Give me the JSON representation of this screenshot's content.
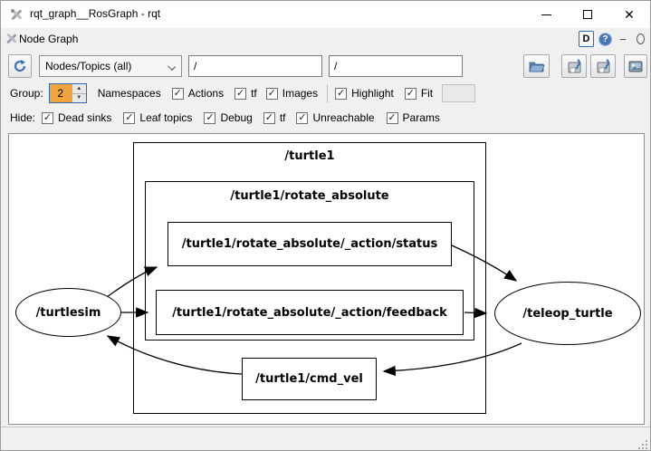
{
  "window": {
    "title": "rqt_graph__RosGraph - rqt",
    "icon": "rqt-wrench-icon",
    "controls": {
      "minimize": "minimize",
      "maximize": "maximize",
      "close": "✕"
    }
  },
  "panel": {
    "title": "Node Graph",
    "buttons": {
      "dock": "D",
      "help": "?",
      "minimize": "−",
      "float": "float"
    }
  },
  "toolbar": {
    "refresh_icon": "refresh-icon",
    "filter_mode": "Nodes/Topics (all)",
    "filter_input1": "/",
    "filter_input2": "/",
    "open_icon": "folder-open-icon",
    "save_dot_icon": "save-icon",
    "save_svg_icon": "save-icon",
    "save_image_icon": "image-icon"
  },
  "icons": {
    "check": "✓",
    "spin_up": "▲",
    "spin_down": "▼"
  },
  "options": {
    "group_label": "Group:",
    "group_value": "2",
    "namespaces_label": "Namespaces",
    "actions": {
      "label": "Actions",
      "checked": true
    },
    "tf": {
      "label": "tf",
      "checked": true
    },
    "images": {
      "label": "Images",
      "checked": true
    },
    "highlight": {
      "label": "Highlight",
      "checked": true
    },
    "fit": {
      "label": "Fit",
      "checked": true
    }
  },
  "hide": {
    "label": "Hide:",
    "dead_sinks": {
      "label": "Dead sinks",
      "checked": true
    },
    "leaf_topics": {
      "label": "Leaf topics",
      "checked": true
    },
    "debug": {
      "label": "Debug",
      "checked": true
    },
    "tf": {
      "label": "tf",
      "checked": true
    },
    "unreachable": {
      "label": "Unreachable",
      "checked": true
    },
    "params": {
      "label": "Params",
      "checked": true
    }
  },
  "graph": {
    "clusters": {
      "turtle1": "/turtle1",
      "rotate_absolute": "/turtle1/rotate_absolute"
    },
    "nodes": {
      "turtlesim": "/turtlesim",
      "teleop_turtle": "/teleop_turtle"
    },
    "topics": {
      "status": "/turtle1/rotate_absolute/_action/status",
      "feedback": "/turtle1/rotate_absolute/_action/feedback",
      "cmd_vel": "/turtle1/cmd_vel"
    },
    "edges": [
      {
        "from": "/turtlesim",
        "to": "/turtle1/rotate_absolute/_action/status"
      },
      {
        "from": "/turtlesim",
        "to": "/turtle1/rotate_absolute/_action/feedback"
      },
      {
        "from": "/turtle1/rotate_absolute/_action/status",
        "to": "/teleop_turtle"
      },
      {
        "from": "/turtle1/rotate_absolute/_action/feedback",
        "to": "/teleop_turtle"
      },
      {
        "from": "/teleop_turtle",
        "to": "/turtle1/cmd_vel"
      },
      {
        "from": "/turtle1/cmd_vel",
        "to": "/turtlesim"
      }
    ]
  }
}
